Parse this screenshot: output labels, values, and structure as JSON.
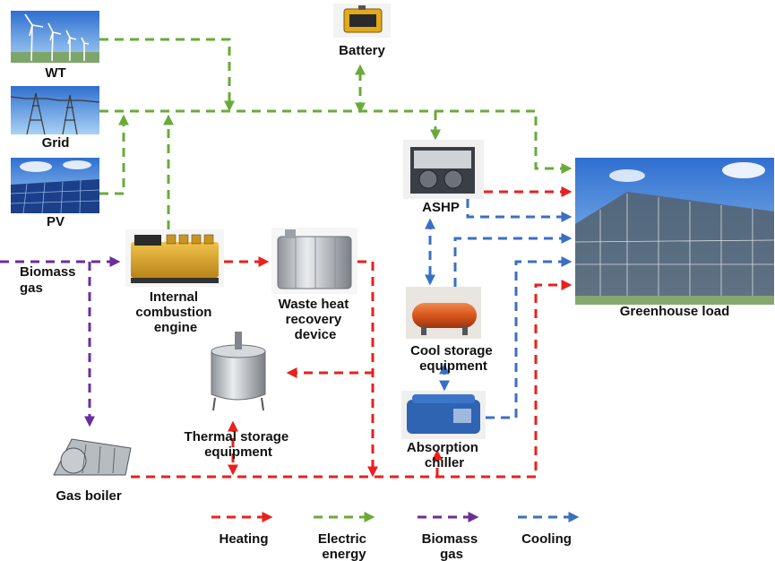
{
  "components": {
    "wt": "WT",
    "grid": "Grid",
    "pv": "PV",
    "battery": "Battery",
    "ashp": "ASHP",
    "greenhouse": "Greenhouse load",
    "biomass_line1": "Biomass",
    "biomass_line2": "gas",
    "engine_line1": "Internal",
    "engine_line2": "combustion",
    "engine_line3": "engine",
    "waste_line1": "Waste heat",
    "waste_line2": "recovery",
    "waste_line3": "device",
    "cool_line1": "Cool storage",
    "cool_line2": "equipment",
    "thermal_line1": "Thermal storage",
    "thermal_line2": "equipment",
    "absorption_line1": "Absorption",
    "absorption_line2": "chiller",
    "boiler": "Gas boiler"
  },
  "legend": {
    "heating": "Heating",
    "electric_line1": "Electric",
    "electric_line2": "energy",
    "biomass_line1": "Biomass",
    "biomass_line2": "gas",
    "cooling": "Cooling"
  },
  "colors": {
    "heating": "#e8201e",
    "electric": "#6aaa3a",
    "biomass": "#6a2d9a",
    "cooling": "#3a6fc4"
  }
}
